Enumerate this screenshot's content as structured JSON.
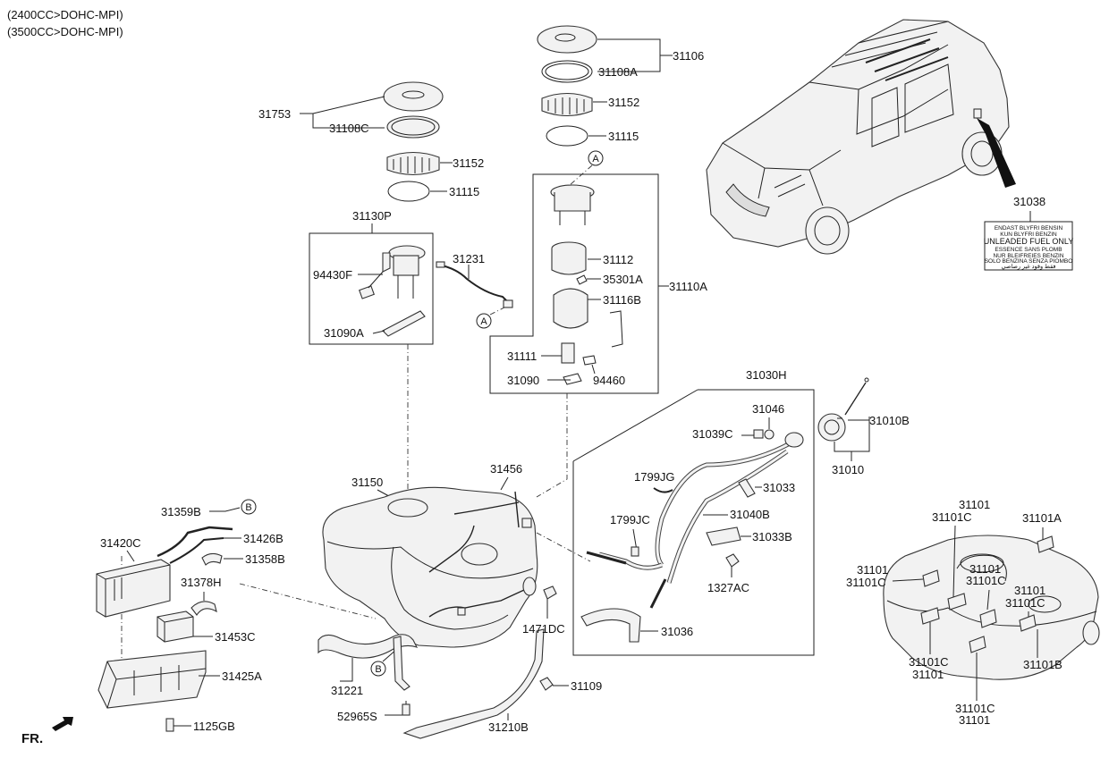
{
  "header": {
    "line1": "(2400CC>DOHC-MPI)",
    "line2": "(3500CC>DOHC-MPI)"
  },
  "fr_label": "FR.",
  "callouts": {
    "a": "A",
    "b": "B"
  },
  "fuel_label": {
    "line1": "ENDAST BLYFRI BENSIN",
    "line2": "KUN BLYFRI BENZIN",
    "line3": "UNLEADED FUEL ONLY",
    "line4": "ESSENCE SANS PLOMB",
    "line5": "NUR BLEIFREIES BENZIN",
    "line6": "SOLO BENZINA SENZA PIOMBO",
    "line7": "فقط وقود غير رصاصي"
  },
  "parts": {
    "p31753": "31753",
    "p31108c": "31108C",
    "p31152_left": "31152",
    "p31115_left": "31115",
    "p31106": "31106",
    "p31108a": "31108A",
    "p31152_right": "31152",
    "p31115_right": "31115",
    "p31038": "31038",
    "p31130p": "31130P",
    "p94430f": "94430F",
    "p31231": "31231",
    "p31090a": "31090A",
    "p31112": "31112",
    "p35301a": "35301A",
    "p31116b": "31116B",
    "p31110a": "31110A",
    "p31111": "31111",
    "p31090": "31090",
    "p94460": "94460",
    "p31030h": "31030H",
    "p31046": "31046",
    "p31039c": "31039C",
    "p31010b": "31010B",
    "p31010": "31010",
    "p1799jg": "1799JG",
    "p31033": "31033",
    "p1799jc": "1799JC",
    "p31040b": "31040B",
    "p31033b": "31033B",
    "p1327ac": "1327AC",
    "p31036": "31036",
    "p31150": "31150",
    "p31456": "31456",
    "p31359b": "31359B",
    "p31420c": "31420C",
    "p31426b": "31426B",
    "p31358b": "31358B",
    "p31378h": "31378H",
    "p31453c": "31453C",
    "p31425a": "31425A",
    "p1125gb": "1125GB",
    "p31221": "31221",
    "p52965s": "52965S",
    "p1471dc": "1471DC",
    "p31109": "31109",
    "p31210b": "31210B",
    "p31101_a": "31101",
    "p31101c_a": "31101C",
    "p31101a": "31101A",
    "p31101_b": "31101",
    "p31101c_b": "31101C",
    "p31101_c": "31101",
    "p31101c_c": "31101C",
    "p31101_d": "31101",
    "p31101c_d": "31101C",
    "p31101c_e": "31101C",
    "p31101_e": "31101",
    "p31101b": "31101B",
    "p31101c_f": "31101C",
    "p31101_f": "31101"
  }
}
